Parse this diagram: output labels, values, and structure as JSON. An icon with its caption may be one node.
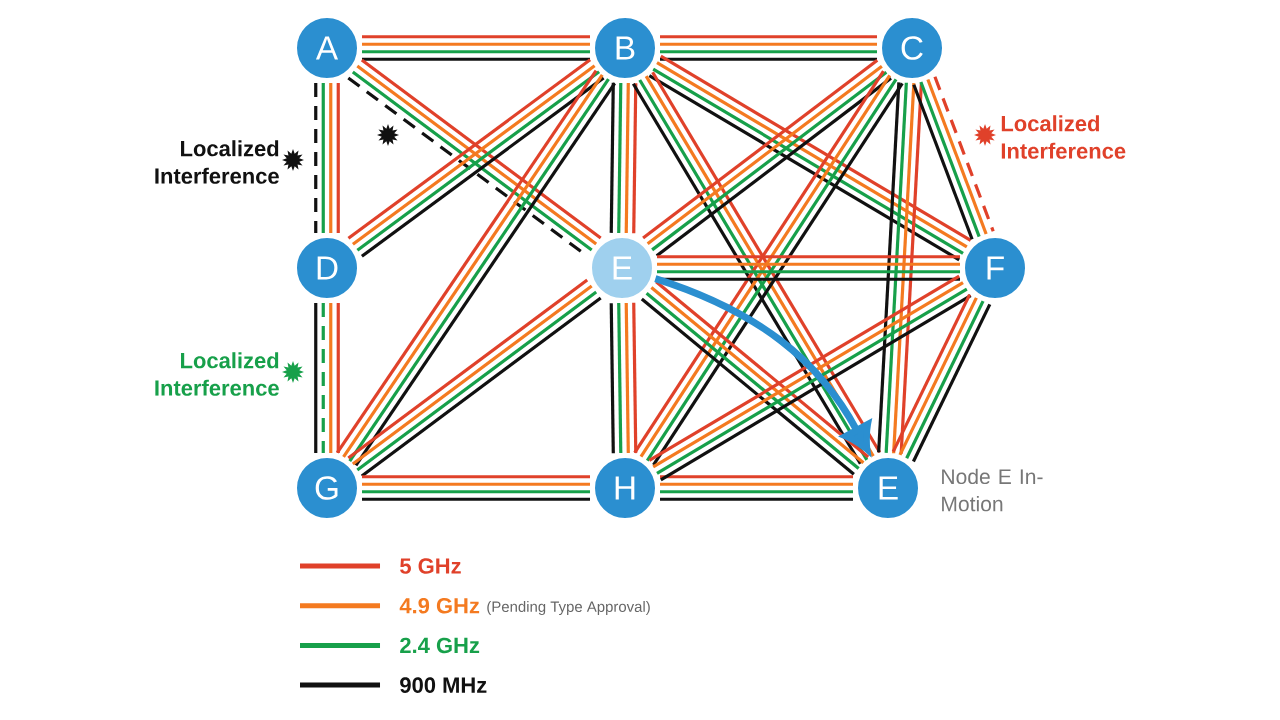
{
  "diagram": {
    "nodes": [
      {
        "text": [
          "A"
        ]
      },
      {
        "text": [
          "B"
        ]
      },
      {
        "text": [
          "C"
        ]
      },
      {
        "text": [
          "D"
        ]
      },
      {
        "text": [
          "E"
        ]
      },
      {
        "text": [
          "F"
        ]
      },
      {
        "text": [
          "G"
        ]
      },
      {
        "text": [
          "H"
        ]
      },
      {
        "text": [
          "E"
        ],
        "beside": [
          "Node E In-Motion"
        ]
      }
    ],
    "edges": [
      {
        "from": 0,
        "to": 1,
        "arrow": "none",
        "color": "#e0412a"
      },
      {
        "from": 0,
        "to": 1,
        "arrow": "none",
        "color": "#f47a20"
      },
      {
        "from": 0,
        "to": 1,
        "arrow": "none",
        "color": "#17a04a"
      },
      {
        "from": 0,
        "to": 1,
        "arrow": "none",
        "color": "#111111"
      },
      {
        "from": 0,
        "to": 3,
        "arrow": "none",
        "color": "#e0412a"
      },
      {
        "from": 0,
        "to": 3,
        "arrow": "none",
        "color": "#f47a20"
      },
      {
        "from": 0,
        "to": 3,
        "arrow": "none",
        "color": "#17a04a"
      },
      {
        "from": 0,
        "to": 3,
        "arrow": "none",
        "color": "#111111",
        "style": "dashed"
      },
      {
        "from": 0,
        "to": 4,
        "arrow": "none",
        "color": "#e0412a"
      },
      {
        "from": 0,
        "to": 4,
        "arrow": "none",
        "color": "#f47a20"
      },
      {
        "from": 0,
        "to": 4,
        "arrow": "none",
        "color": "#17a04a"
      },
      {
        "from": 0,
        "to": 4,
        "arrow": "none",
        "color": "#111111",
        "style": "dashed"
      },
      {
        "from": 1,
        "to": 2,
        "arrow": "none",
        "color": "#e0412a"
      },
      {
        "from": 1,
        "to": 2,
        "arrow": "none",
        "color": "#f47a20"
      },
      {
        "from": 1,
        "to": 2,
        "arrow": "none",
        "color": "#17a04a"
      },
      {
        "from": 1,
        "to": 2,
        "arrow": "none",
        "color": "#111111"
      },
      {
        "from": 1,
        "to": 3,
        "arrow": "none",
        "color": "#e0412a"
      },
      {
        "from": 1,
        "to": 3,
        "arrow": "none",
        "color": "#f47a20"
      },
      {
        "from": 1,
        "to": 3,
        "arrow": "none",
        "color": "#17a04a"
      },
      {
        "from": 1,
        "to": 3,
        "arrow": "none",
        "color": "#111111"
      },
      {
        "from": 1,
        "to": 6,
        "arrow": "none",
        "color": "#e0412a"
      },
      {
        "from": 1,
        "to": 6,
        "arrow": "none",
        "color": "#f47a20"
      },
      {
        "from": 1,
        "to": 6,
        "arrow": "none",
        "color": "#17a04a"
      },
      {
        "from": 1,
        "to": 6,
        "arrow": "none",
        "color": "#111111"
      },
      {
        "from": 1,
        "to": 4,
        "arrow": "none",
        "color": "#e0412a"
      },
      {
        "from": 1,
        "to": 4,
        "arrow": "none",
        "color": "#f47a20"
      },
      {
        "from": 1,
        "to": 4,
        "arrow": "none",
        "color": "#17a04a"
      },
      {
        "from": 1,
        "to": 4,
        "arrow": "none",
        "color": "#111111"
      },
      {
        "from": 1,
        "to": 5,
        "arrow": "none",
        "color": "#e0412a"
      },
      {
        "from": 1,
        "to": 5,
        "arrow": "none",
        "color": "#f47a20"
      },
      {
        "from": 1,
        "to": 5,
        "arrow": "none",
        "color": "#17a04a"
      },
      {
        "from": 1,
        "to": 5,
        "arrow": "none",
        "color": "#111111"
      },
      {
        "from": 1,
        "to": 8,
        "arrow": "none",
        "color": "#e0412a"
      },
      {
        "from": 1,
        "to": 8,
        "arrow": "none",
        "color": "#f47a20"
      },
      {
        "from": 1,
        "to": 8,
        "arrow": "none",
        "color": "#17a04a"
      },
      {
        "from": 1,
        "to": 8,
        "arrow": "none",
        "color": "#111111"
      },
      {
        "from": 2,
        "to": 4,
        "arrow": "none",
        "color": "#e0412a"
      },
      {
        "from": 2,
        "to": 4,
        "arrow": "none",
        "color": "#f47a20"
      },
      {
        "from": 2,
        "to": 4,
        "arrow": "none",
        "color": "#17a04a"
      },
      {
        "from": 2,
        "to": 4,
        "arrow": "none",
        "color": "#111111"
      },
      {
        "from": 2,
        "to": 7,
        "arrow": "none",
        "color": "#e0412a"
      },
      {
        "from": 2,
        "to": 7,
        "arrow": "none",
        "color": "#f47a20"
      },
      {
        "from": 2,
        "to": 7,
        "arrow": "none",
        "color": "#17a04a"
      },
      {
        "from": 2,
        "to": 7,
        "arrow": "none",
        "color": "#111111"
      },
      {
        "from": 2,
        "to": 8,
        "arrow": "none",
        "color": "#e0412a"
      },
      {
        "from": 2,
        "to": 8,
        "arrow": "none",
        "color": "#f47a20"
      },
      {
        "from": 2,
        "to": 8,
        "arrow": "none",
        "color": "#17a04a"
      },
      {
        "from": 2,
        "to": 8,
        "arrow": "none",
        "color": "#111111"
      },
      {
        "from": 2,
        "to": 5,
        "arrow": "none",
        "color": "#e0412a",
        "style": "dashed"
      },
      {
        "from": 2,
        "to": 5,
        "arrow": "none",
        "color": "#f47a20"
      },
      {
        "from": 2,
        "to": 5,
        "arrow": "none",
        "color": "#17a04a"
      },
      {
        "from": 2,
        "to": 5,
        "arrow": "none",
        "color": "#111111"
      },
      {
        "from": 3,
        "to": 6,
        "arrow": "none",
        "color": "#e0412a"
      },
      {
        "from": 3,
        "to": 6,
        "arrow": "none",
        "color": "#f47a20"
      },
      {
        "from": 3,
        "to": 6,
        "arrow": "none",
        "color": "#17a04a",
        "style": "dashed"
      },
      {
        "from": 3,
        "to": 6,
        "arrow": "none",
        "color": "#111111"
      },
      {
        "from": 4,
        "to": 5,
        "arrow": "none",
        "color": "#e0412a"
      },
      {
        "from": 4,
        "to": 5,
        "arrow": "none",
        "color": "#f47a20"
      },
      {
        "from": 4,
        "to": 5,
        "arrow": "none",
        "color": "#17a04a"
      },
      {
        "from": 4,
        "to": 5,
        "arrow": "none",
        "color": "#111111"
      },
      {
        "from": 4,
        "to": 7,
        "arrow": "none",
        "color": "#e0412a"
      },
      {
        "from": 4,
        "to": 7,
        "arrow": "none",
        "color": "#f47a20"
      },
      {
        "from": 4,
        "to": 7,
        "arrow": "none",
        "color": "#17a04a"
      },
      {
        "from": 4,
        "to": 7,
        "arrow": "none",
        "color": "#111111"
      },
      {
        "from": 4,
        "to": 6,
        "arrow": "none",
        "color": "#e0412a"
      },
      {
        "from": 4,
        "to": 6,
        "arrow": "none",
        "color": "#f47a20"
      },
      {
        "from": 4,
        "to": 6,
        "arrow": "none",
        "color": "#17a04a"
      },
      {
        "from": 4,
        "to": 6,
        "arrow": "none",
        "color": "#111111"
      },
      {
        "from": 4,
        "to": 8,
        "arrow": "none",
        "color": "#e0412a"
      },
      {
        "from": 4,
        "to": 8,
        "arrow": "none",
        "color": "#f47a20"
      },
      {
        "from": 4,
        "to": 8,
        "arrow": "none",
        "color": "#17a04a"
      },
      {
        "from": 4,
        "to": 8,
        "arrow": "none",
        "color": "#111111"
      },
      {
        "from": 6,
        "to": 7,
        "arrow": "none",
        "color": "#e0412a"
      },
      {
        "from": 6,
        "to": 7,
        "arrow": "none",
        "color": "#f47a20"
      },
      {
        "from": 6,
        "to": 7,
        "arrow": "none",
        "color": "#17a04a"
      },
      {
        "from": 6,
        "to": 7,
        "arrow": "none",
        "color": "#111111"
      },
      {
        "from": 7,
        "to": 8,
        "arrow": "none",
        "color": "#e0412a"
      },
      {
        "from": 7,
        "to": 8,
        "arrow": "none",
        "color": "#f47a20"
      },
      {
        "from": 7,
        "to": 8,
        "arrow": "none",
        "color": "#17a04a"
      },
      {
        "from": 7,
        "to": 8,
        "arrow": "none",
        "color": "#111111"
      },
      {
        "from": 7,
        "to": 5,
        "arrow": "none",
        "color": "#e0412a"
      },
      {
        "from": 7,
        "to": 5,
        "arrow": "none",
        "color": "#f47a20"
      },
      {
        "from": 7,
        "to": 5,
        "arrow": "none",
        "color": "#17a04a"
      },
      {
        "from": 7,
        "to": 5,
        "arrow": "none",
        "color": "#111111"
      },
      {
        "from": 5,
        "to": 8,
        "arrow": "none",
        "color": "#e0412a"
      },
      {
        "from": 5,
        "to": 8,
        "arrow": "none",
        "color": "#f47a20"
      },
      {
        "from": 5,
        "to": 8,
        "arrow": "none",
        "color": "#17a04a"
      },
      {
        "from": 5,
        "to": 8,
        "arrow": "none",
        "color": "#111111"
      },
      {
        "from": 4,
        "to": 8,
        "arrow": "to",
        "style": "thick",
        "color": "#2b8fd0"
      }
    ],
    "labels": [
      "Localized Interference",
      "Localized Interference",
      "Localized Interference",
      "(Pending Type Approval)"
    ],
    "legend": [
      {
        "text": "5 GHz",
        "color": "#e0412a"
      },
      {
        "text": "4.9 GHz",
        "color": "#f47a20"
      },
      {
        "text": "2.4 GHz",
        "color": "#17a04a"
      },
      {
        "text": "900 MHz",
        "color": "#111111"
      }
    ]
  }
}
